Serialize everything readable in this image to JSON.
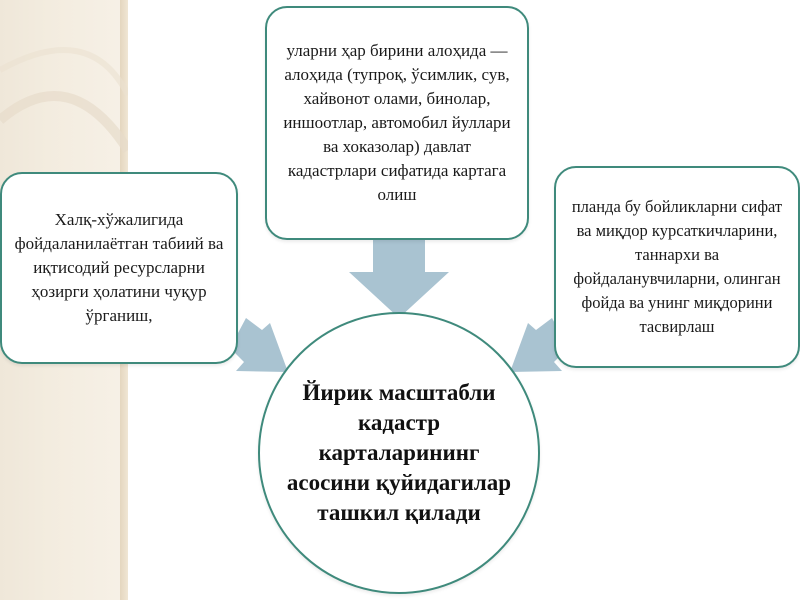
{
  "center": {
    "text": "Йирик масштабли кадастр карталарининг асосини қуйидагилар ташкил қилади"
  },
  "nodes": {
    "top": "уларни ҳар бирини алоҳида — алоҳида (тупроқ, ўсимлик, сув, хайвонот олами, бинолар, иншоотлар, автомобил йуллари ва хоказолар) давлат кадастрлари сифатида картага олиш",
    "left": "Халқ-хўжалигида фойдаланилаётган табиий ва иқтисодий ресурсларни ҳозирги ҳолатини чуқур ўрганиш,",
    "right": "планда бу бойликларни сифат ва миқдор курсаткичларини, таннархи ва фойдаланувчиларни, олинган фойда ва унинг миқдорини тасвирлаш"
  },
  "colors": {
    "border": "#3f8a7c",
    "arrow": "#a9c3d1",
    "background_stripe": "#efe7d9"
  }
}
